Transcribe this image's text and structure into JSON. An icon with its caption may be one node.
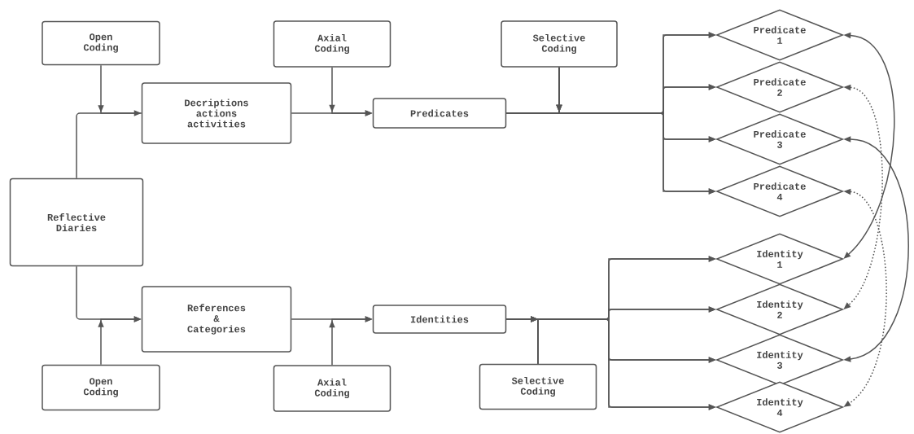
{
  "diagram": {
    "nodes": [
      {
        "text": [
          "Open Coding"
        ]
      },
      {
        "text": [
          "Axial Coding"
        ]
      },
      {
        "text": [
          "Selective Coding"
        ]
      },
      {
        "text": [
          "Decriptions actions activities"
        ]
      },
      {
        "text": [
          "Predicates"
        ]
      },
      {
        "text": [
          "Reflective Diaries"
        ]
      },
      {
        "text": [
          "References & Categories"
        ]
      },
      {
        "text": [
          "Identities"
        ]
      },
      {
        "text": [
          "Open Coding"
        ]
      },
      {
        "text": [
          "Axial Coding"
        ]
      },
      {
        "text": [
          "Selective Coding"
        ]
      },
      {
        "text": [
          "Predicate 1"
        ]
      },
      {
        "text": [
          "Predicate 2"
        ]
      },
      {
        "text": [
          "Predicate 3"
        ]
      },
      {
        "text": [
          "Predicate 4"
        ]
      },
      {
        "text": [
          "Identity 1"
        ]
      },
      {
        "text": [
          "Identity 2"
        ]
      },
      {
        "text": [
          "Identity 3"
        ]
      },
      {
        "text": [
          "Identity 4"
        ]
      }
    ],
    "edges": [
      {
        "from": 0,
        "to": 3,
        "arrow": "to"
      },
      {
        "from": 5,
        "to": 3,
        "arrow": "none"
      },
      {
        "from": 3,
        "to": 4,
        "arrow": "to"
      },
      {
        "from": 1,
        "to": 4,
        "arrow": "to"
      },
      {
        "from": 4,
        "to": 11,
        "arrow": "to"
      },
      {
        "from": 4,
        "to": 12,
        "arrow": "to"
      },
      {
        "from": 4,
        "to": 13,
        "arrow": "to"
      },
      {
        "from": 4,
        "to": 14,
        "arrow": "to"
      },
      {
        "from": 2,
        "to": 11,
        "arrow": "to"
      },
      {
        "from": 2,
        "to": 12,
        "arrow": "to"
      },
      {
        "from": 2,
        "to": 13,
        "arrow": "to"
      },
      {
        "from": 2,
        "to": 14,
        "arrow": "to"
      },
      {
        "from": 5,
        "to": 6,
        "arrow": "to"
      },
      {
        "from": 8,
        "to": 6,
        "arrow": "to"
      },
      {
        "from": 6,
        "to": 7,
        "arrow": "to"
      },
      {
        "from": 9,
        "to": 7,
        "arrow": "to"
      },
      {
        "from": 7,
        "to": 15,
        "arrow": "to"
      },
      {
        "from": 7,
        "to": 16,
        "arrow": "to"
      },
      {
        "from": 7,
        "to": 17,
        "arrow": "to"
      },
      {
        "from": 7,
        "to": 18,
        "arrow": "to"
      },
      {
        "from": 10,
        "to": 15,
        "arrow": "to"
      },
      {
        "from": 10,
        "to": 16,
        "arrow": "to"
      },
      {
        "from": 10,
        "to": 17,
        "arrow": "to"
      },
      {
        "from": 10,
        "to": 18,
        "arrow": "to"
      },
      {
        "from": 11,
        "to": 15,
        "arrow": "both"
      },
      {
        "from": 12,
        "to": 16,
        "arrow": "both",
        "style": "dashed"
      },
      {
        "from": 13,
        "to": 17,
        "arrow": "both"
      },
      {
        "from": 14,
        "to": 18,
        "arrow": "both",
        "style": "dashed"
      }
    ]
  }
}
